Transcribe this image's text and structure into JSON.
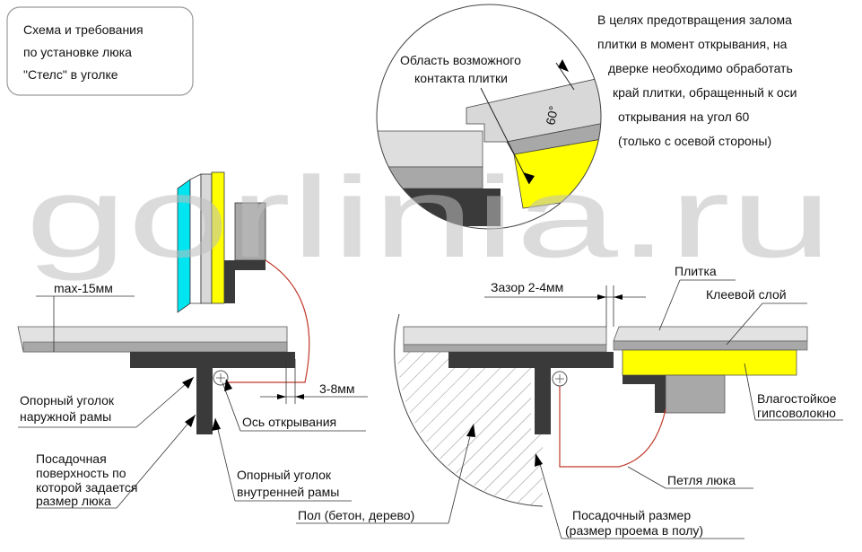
{
  "title_box": {
    "lines": [
      "Схема и требования",
      "по установке люка",
      "\"Стелс\" в уголке"
    ]
  },
  "note": {
    "lines": [
      "В целях предотвращения залома",
      "плитки в момент открывания, на",
      "дверке необходимо обработать",
      "край плитки, обращенный к оси",
      "открывания на угол 60",
      "(только с осевой стороны)"
    ]
  },
  "watermark": "gorlinia.ru",
  "labels": {
    "contact_area": [
      "Область возможного",
      "контакта плитки"
    ],
    "angle": "60°",
    "max": "max-15мм",
    "gap_3_8": "3-8мм",
    "outer_angle": [
      "Опорный уголок",
      "наружной рамы"
    ],
    "axis": "Ось открывания",
    "seat_surface": [
      "Посадочная",
      "поверхность по",
      "которой задается",
      "размер люка"
    ],
    "inner_angle": [
      "Опорный уголок",
      "внутренней рамы"
    ],
    "gap_2_4": "Зазор 2-4мм",
    "tile": "Плитка",
    "glue": "Клеевой слой",
    "gypsum": [
      "Влагостойкое",
      "гипсоволокно"
    ],
    "hinge": "Петля люка",
    "floor": "Пол (бетон, дерево)",
    "seat_size": [
      "Посадочный размер",
      "(размер проема в полу)"
    ]
  },
  "colors": {
    "yellow": "#ffff00",
    "cyan": "#00e5f0",
    "dark": "#3a3a3a",
    "grey": "#a8a8a8",
    "light": "#d8d8d8",
    "hinge": "#c0392b"
  }
}
